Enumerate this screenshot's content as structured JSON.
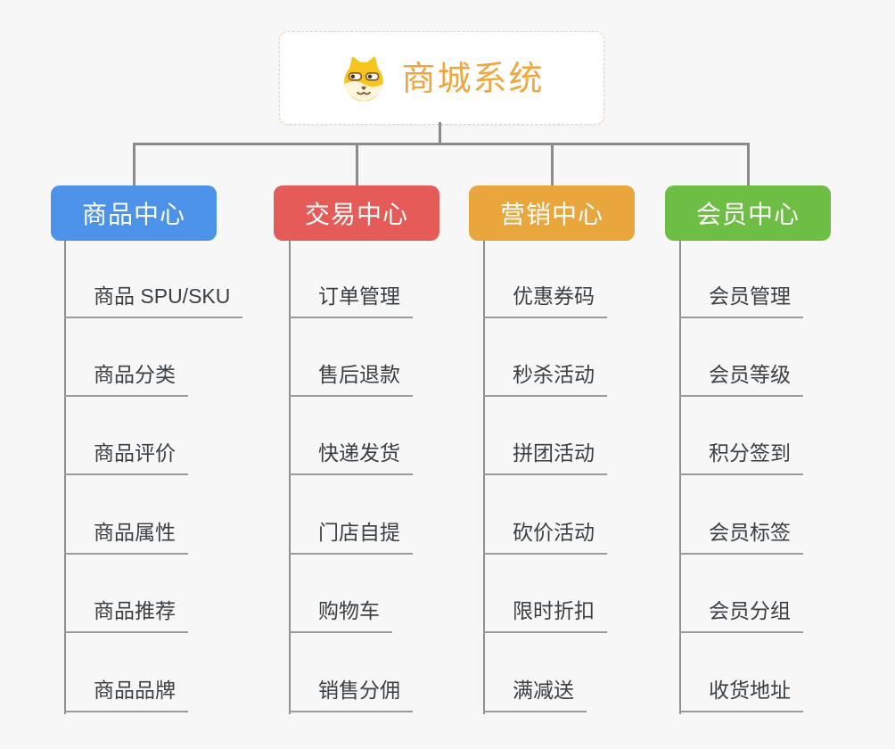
{
  "root": {
    "title": "商城系统",
    "icon": "dog-face-icon",
    "title_color": "#F0A63E",
    "border_color": "#F2CF9B"
  },
  "canvas": {
    "background_color": "#F7F7F7",
    "connector_color": "#8B8B8B",
    "leaf_text_color": "#3B4045"
  },
  "branches": [
    {
      "id": "product-center",
      "label": "商品中心",
      "color": "#4B92E8",
      "children": [
        "商品 SPU/SKU",
        "商品分类",
        "商品评价",
        "商品属性",
        "商品推荐",
        "商品品牌"
      ]
    },
    {
      "id": "trade-center",
      "label": "交易中心",
      "color": "#E45B58",
      "children": [
        "订单管理",
        "售后退款",
        "快递发货",
        "门店自提",
        "购物车",
        "销售分佣"
      ]
    },
    {
      "id": "marketing-center",
      "label": "营销中心",
      "color": "#E8A63D",
      "children": [
        "优惠券码",
        "秒杀活动",
        "拼团活动",
        "砍价活动",
        "限时折扣",
        "满减送"
      ]
    },
    {
      "id": "member-center",
      "label": "会员中心",
      "color": "#6EBE45",
      "children": [
        "会员管理",
        "会员等级",
        "积分签到",
        "会员标签",
        "会员分组",
        "收货地址"
      ]
    }
  ]
}
